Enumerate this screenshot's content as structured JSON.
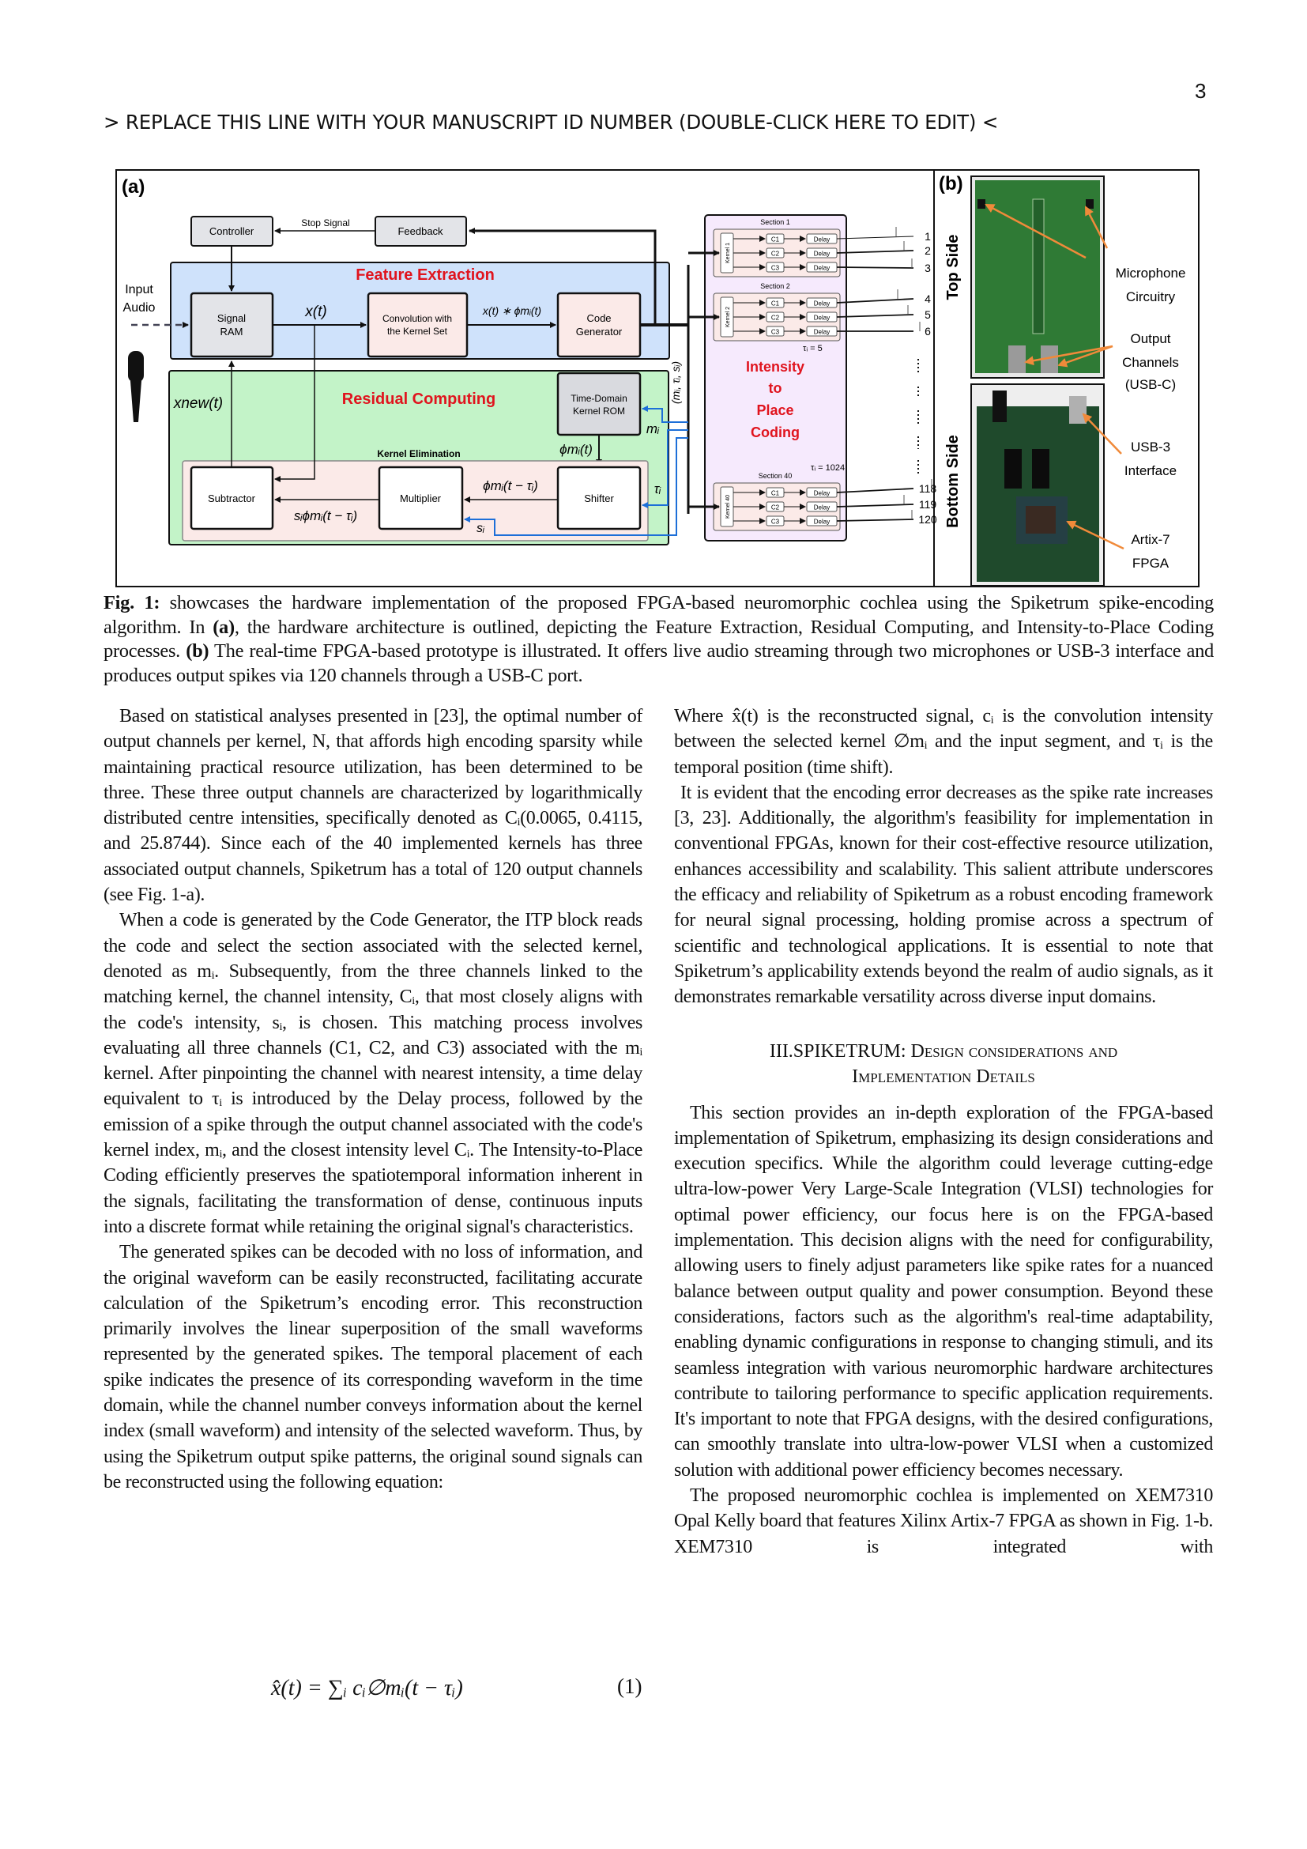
{
  "page_number": "3",
  "header": "> REPLACE THIS LINE WITH YOUR MANUSCRIPT ID NUMBER (DOUBLE-CLICK HERE TO EDIT) <",
  "figure": {
    "a_label": "(a)",
    "b_label": "(b)",
    "controller": "Controller",
    "feedback": "Feedback",
    "stop_signal": "Stop Signal",
    "feature_extraction": "Feature Extraction",
    "input_audio_1": "Input",
    "input_audio_2": "Audio",
    "signal_ram_1": "Signal",
    "signal_ram_2": "RAM",
    "xt": "x(t)",
    "conv_1": "Convolution with",
    "conv_2": "the Kernel Set",
    "conv_out": "x(t) ∗ ϕmᵢ(t)",
    "code_gen_1": "Code",
    "code_gen_2": "Generator",
    "residual_computing": "Residual Computing",
    "xnew": "xnew(t)",
    "rom_1": "Time-Domain",
    "rom_2": "Kernel ROM",
    "mi": "mᵢ",
    "phi_mi": "ϕmᵢ(t)",
    "kernel_elimination": "Kernel Elimination",
    "subtractor": "Subtractor",
    "multiplier": "Multiplier",
    "shifter": "Shifter",
    "phi_shift": "ϕmᵢ(t − τᵢ)",
    "si_phi": "sᵢϕmᵢ(t − τᵢ)",
    "tau_i": "τᵢ",
    "s_i": "sᵢ",
    "bus_label": "(mᵢ, τᵢ, sᵢ)",
    "itp_1": "Intensity",
    "itp_2": "to",
    "itp_3": "Place",
    "itp_4": "Coding",
    "sections": [
      {
        "title": "Section 1",
        "kernel": "Kernel 1",
        "channels": [
          "1",
          "2",
          "3"
        ]
      },
      {
        "title": "Section 2",
        "kernel": "Kernel 2",
        "channels": [
          "4",
          "5",
          "6"
        ]
      },
      {
        "title": "Section 40",
        "kernel": "Kernel 40",
        "channels": [
          "118",
          "119",
          "120"
        ]
      }
    ],
    "c_labels": [
      "C1",
      "C2",
      "C3"
    ],
    "delay": "Delay",
    "tau5": "τᵢ = 5",
    "tau1024": "τᵢ = 1024",
    "top_side": "Top Side",
    "bottom_side": "Bottom Side",
    "mic_1": "Microphone",
    "mic_2": "Circuitry",
    "out_1": "Output",
    "out_2": "Channels",
    "out_3": "(USB-C)",
    "usb_1": "USB-3",
    "usb_2": "Interface",
    "fpga_1": "Artix-7",
    "fpga_2": "FPGA",
    "colors": {
      "feature_bg": "#cfe2fb",
      "residual_bg": "#c3f3c8",
      "itp_bg": "#f6eafd",
      "title_red": "#e0141e",
      "arrow_blue": "#1d6fd8",
      "annot_orange": "#f08a3a"
    }
  },
  "caption": {
    "label": "Fig. 1:",
    "t1": " showcases the hardware implementation of the proposed FPGA-based neuromorphic cochlea using the Spiketrum spike-encoding algorithm. In ",
    "a": "(a)",
    "t2": ", the hardware architecture is outlined, depicting the Feature Extraction, Residual Computing, and Intensity-to-Place Coding processes. ",
    "b": "(b)",
    "t3": " The real-time FPGA-based prototype is illustrated. It offers live audio streaming through two microphones or USB-3 interface and produces output spikes via 120 channels through a USB-C port."
  },
  "left_column": [
    "Based on statistical analyses presented in [23], the optimal number of output channels per kernel, N, that affords high encoding sparsity while maintaining practical resource utilization, has been determined to be three. These three output channels are characterized by logarithmically distributed centre intensities, specifically denoted as Cᵢ(0.0065, 0.4115, and 25.8744).  Since each of the 40 implemented kernels has three associated output channels, Spiketrum has a total of 120 output channels (see Fig. 1-a).",
    "When a code is generated by the Code Generator, the ITP block reads the code and select the section associated with the selected kernel, denoted as mᵢ. Subsequently, from the three channels linked to the matching kernel, the channel intensity, Cᵢ, that most closely aligns with the code's intensity, sᵢ, is chosen. This matching process involves evaluating all three channels (C1, C2, and C3) associated with the mᵢ kernel. After pinpointing the channel with nearest intensity, a time delay equivalent to τᵢ is introduced by the Delay process, followed by the emission of a spike through the output channel associated with the code's kernel index, mᵢ, and the closest intensity level Cᵢ. The Intensity-to-Place Coding efficiently preserves the spatiotemporal information inherent in the signals, facilitating the transformation of dense, continuous inputs into a discrete format while retaining the original signal's characteristics.",
    "The generated spikes can be decoded with no loss of information, and the original waveform can be easily reconstructed, facilitating accurate calculation of the Spiketrum’s encoding error. This reconstruction primarily involves the linear superposition of the small waveforms represented by the generated spikes. The temporal placement of each spike indicates the presence of its corresponding waveform in the time domain, while the channel number conveys information about the kernel index (small waveform) and intensity of the selected waveform. Thus, by using the Spiketrum output spike patterns, the original sound signals can be reconstructed using the following equation:"
  ],
  "equation": {
    "text": "x̂(t) = ∑ᵢ cᵢ∅mᵢ(t − τᵢ)",
    "number": "(1)"
  },
  "right_column": {
    "p1": "Where x̂(t) is the reconstructed signal, cᵢ is the convolution intensity between the selected kernel ∅mᵢ and the input segment, and τᵢ is the temporal position (time shift).",
    "p2": "It is evident that the encoding error decreases as the spike rate increases [3, 23]. Additionally, the algorithm's feasibility for implementation in conventional FPGAs, known for their cost-effective resource utilization, enhances accessibility and scalability. This salient attribute underscores the efficacy and reliability of Spiketrum as a robust encoding framework for neural signal processing, holding promise across a spectrum of scientific and technological applications. It is essential to note that Spiketrum’s applicability extends beyond the realm of audio signals, as it demonstrates remarkable versatility across diverse input domains.",
    "heading_1": "III.SPIKETRUM: Design considerations and",
    "heading_2": "Implementation Details",
    "p3": "This section provides an in-depth exploration of the FPGA-based implementation of Spiketrum, emphasizing its design considerations and execution specifics. While the algorithm could leverage cutting-edge ultra-low-power Very Large-Scale Integration (VLSI) technologies for optimal power efficiency, our focus here is on the FPGA-based implementation. This decision aligns with the need for configurability, allowing users to finely adjust parameters like spike rates for a nuanced balance between output quality and power consumption. Beyond these considerations, factors such as the algorithm's real-time adaptability, enabling dynamic configurations in response to changing stimuli, and its seamless integration with various neuromorphic hardware architectures contribute to tailoring performance to specific application requirements. It's important to note that FPGA designs, with the desired configurations, can smoothly translate into ultra-low-power VLSI when a customized solution with additional power efficiency becomes necessary.",
    "p4": "The proposed neuromorphic cochlea is implemented on XEM7310 Opal Kelly board that features Xilinx Artix-7 FPGA as shown in Fig. 1-b. XEM7310 is integrated with"
  }
}
